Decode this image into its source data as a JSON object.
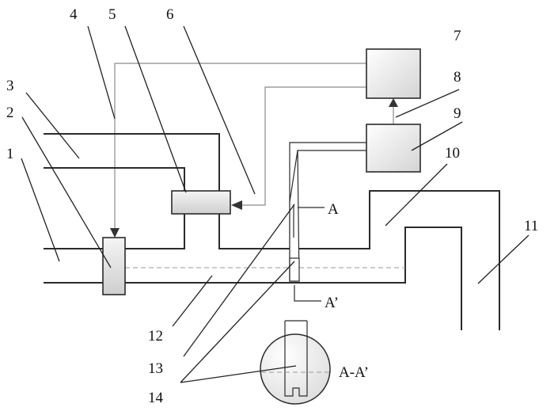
{
  "labels": {
    "n1": "1",
    "n2": "2",
    "n3": "3",
    "n4": "4",
    "n5": "5",
    "n6": "6",
    "n7": "7",
    "n8": "8",
    "n9": "9",
    "n10": "10",
    "n11": "11",
    "n12": "12",
    "n13": "13",
    "n14": "14"
  },
  "section_labels": {
    "a": "A",
    "a_prime": "A’",
    "a_a_prime": "A-A’"
  }
}
